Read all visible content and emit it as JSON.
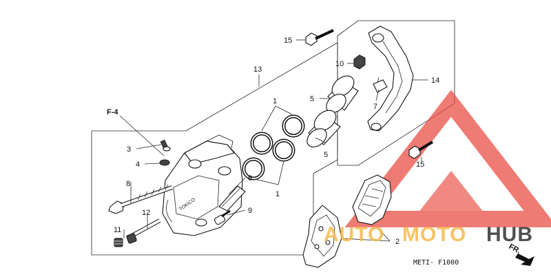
{
  "diagram": {
    "code": "METI- F1000",
    "section_ref": "F-4",
    "direction": "FR.",
    "callouts": {
      "c1a": "1",
      "c1b": "1",
      "c2": "2",
      "c3": "3",
      "c4": "4",
      "c5a": "5",
      "c5b": "5",
      "c6": "6",
      "c7": "7",
      "c8": "8",
      "c9": "9",
      "c10": "10",
      "c11": "11",
      "c12": "12",
      "c13": "13",
      "c14": "14",
      "c15a": "15",
      "c15b": "15"
    }
  },
  "watermark": {
    "part1": "AUTO",
    "part2": "MOTO",
    "part3": "HUB",
    "colors": {
      "triangle": "#e8493f",
      "accent": "#f6b94a",
      "dark": "#3d3d3d"
    }
  }
}
